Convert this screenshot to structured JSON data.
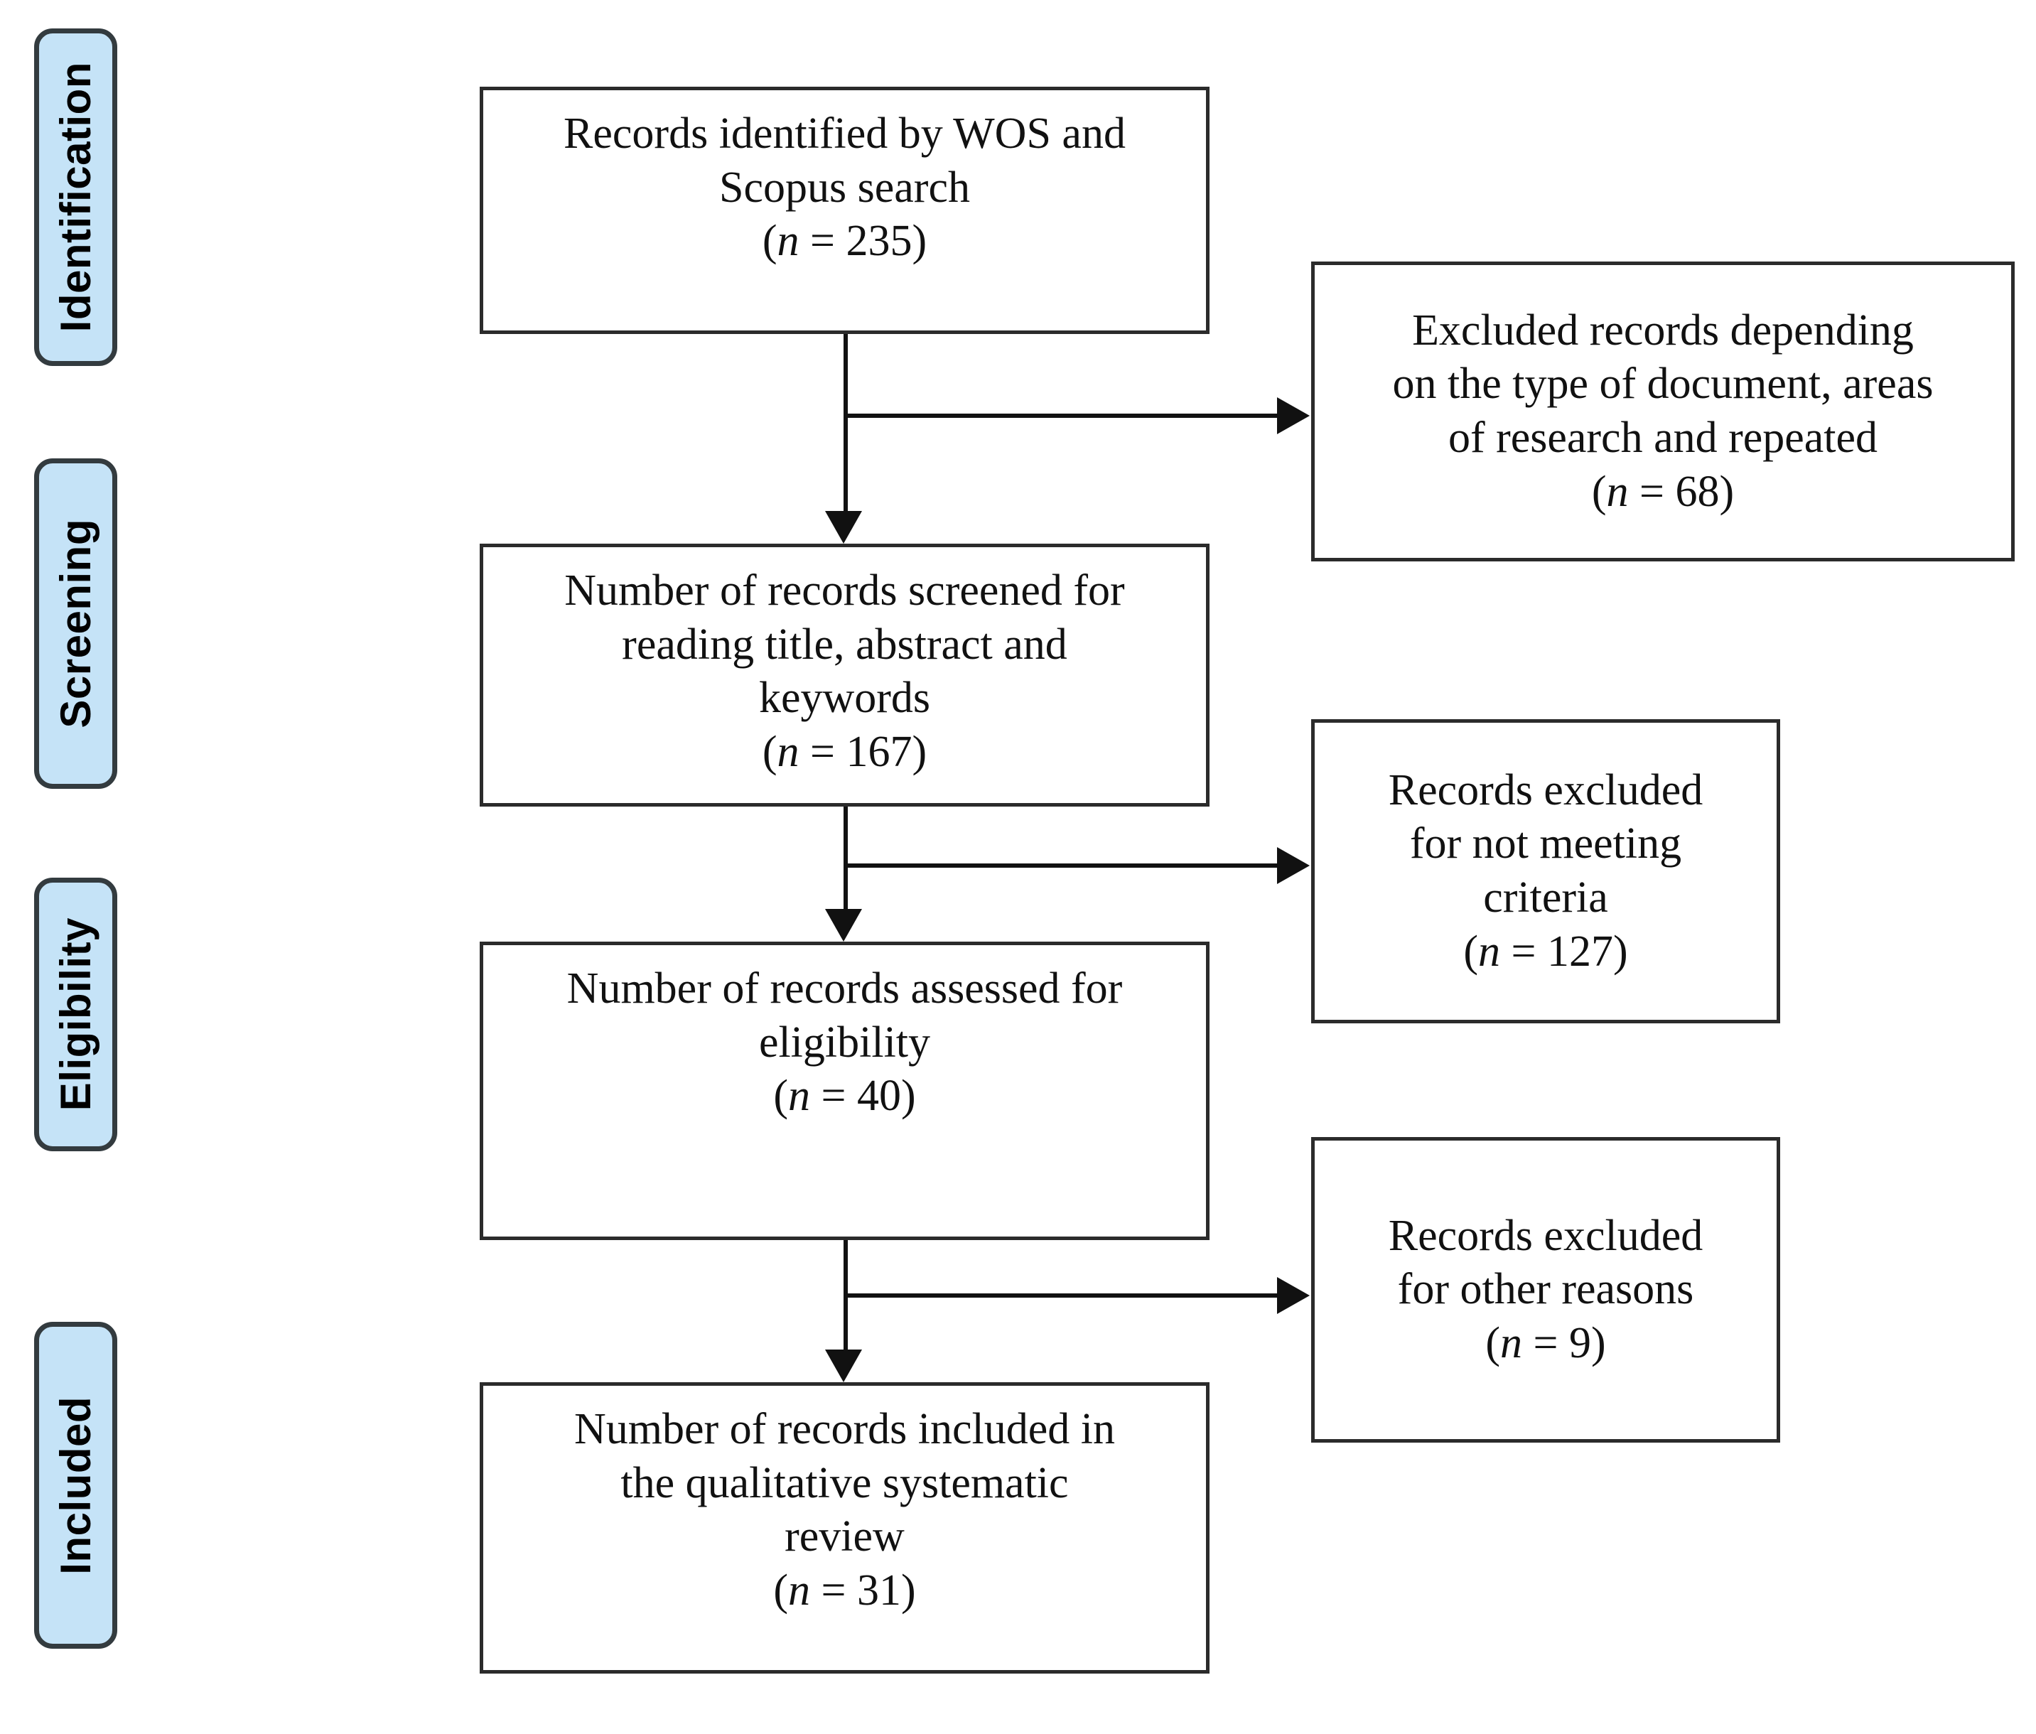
{
  "diagram": {
    "type": "prisma-flow-diagram",
    "accent_blue": "#c5e3f7",
    "border_dark": "#333b3f",
    "box_border": "#2b2b2b",
    "connector_color": "#111111"
  },
  "stages": [
    {
      "label": "Identification"
    },
    {
      "label": "Screening"
    },
    {
      "label": "Eligibility"
    },
    {
      "label": "Included"
    }
  ],
  "main_boxes": [
    {
      "id": "identified",
      "text": "Records identified by WOS and\nScopus search\n(n = 235)",
      "count": 235
    },
    {
      "id": "screened",
      "text": "Number of records screened for\nreading title, abstract and\nkeywords\n(n = 167)",
      "count": 167
    },
    {
      "id": "assessed",
      "text": "Number of records assessed for\neligibility\n(n = 40)",
      "count": 40
    },
    {
      "id": "included",
      "text": "Number of records included in\nthe qualitative systematic\nreview\n(n = 31)",
      "count": 31
    }
  ],
  "side_boxes": [
    {
      "id": "excluded-type",
      "text": "Excluded records depending\non the type of document,  areas\nof research and repeated\n(n = 68)",
      "count": 68
    },
    {
      "id": "excluded-criteria",
      "text": "Records excluded\nfor not meeting\ncriteria\n(n = 127)",
      "count": 127
    },
    {
      "id": "excluded-other",
      "text": "Records excluded\nfor other reasons\n(n =  9)",
      "count": 9
    }
  ],
  "connectors": [
    {
      "id": "identified-to-screened",
      "kind": "arrow-down"
    },
    {
      "id": "identified-to-excluded-type",
      "kind": "arrow-right"
    },
    {
      "id": "screened-to-assessed",
      "kind": "arrow-down"
    },
    {
      "id": "screened-to-excluded-criteria",
      "kind": "arrow-right"
    },
    {
      "id": "assessed-to-included",
      "kind": "arrow-down"
    },
    {
      "id": "assessed-to-excluded-other",
      "kind": "arrow-right"
    }
  ]
}
